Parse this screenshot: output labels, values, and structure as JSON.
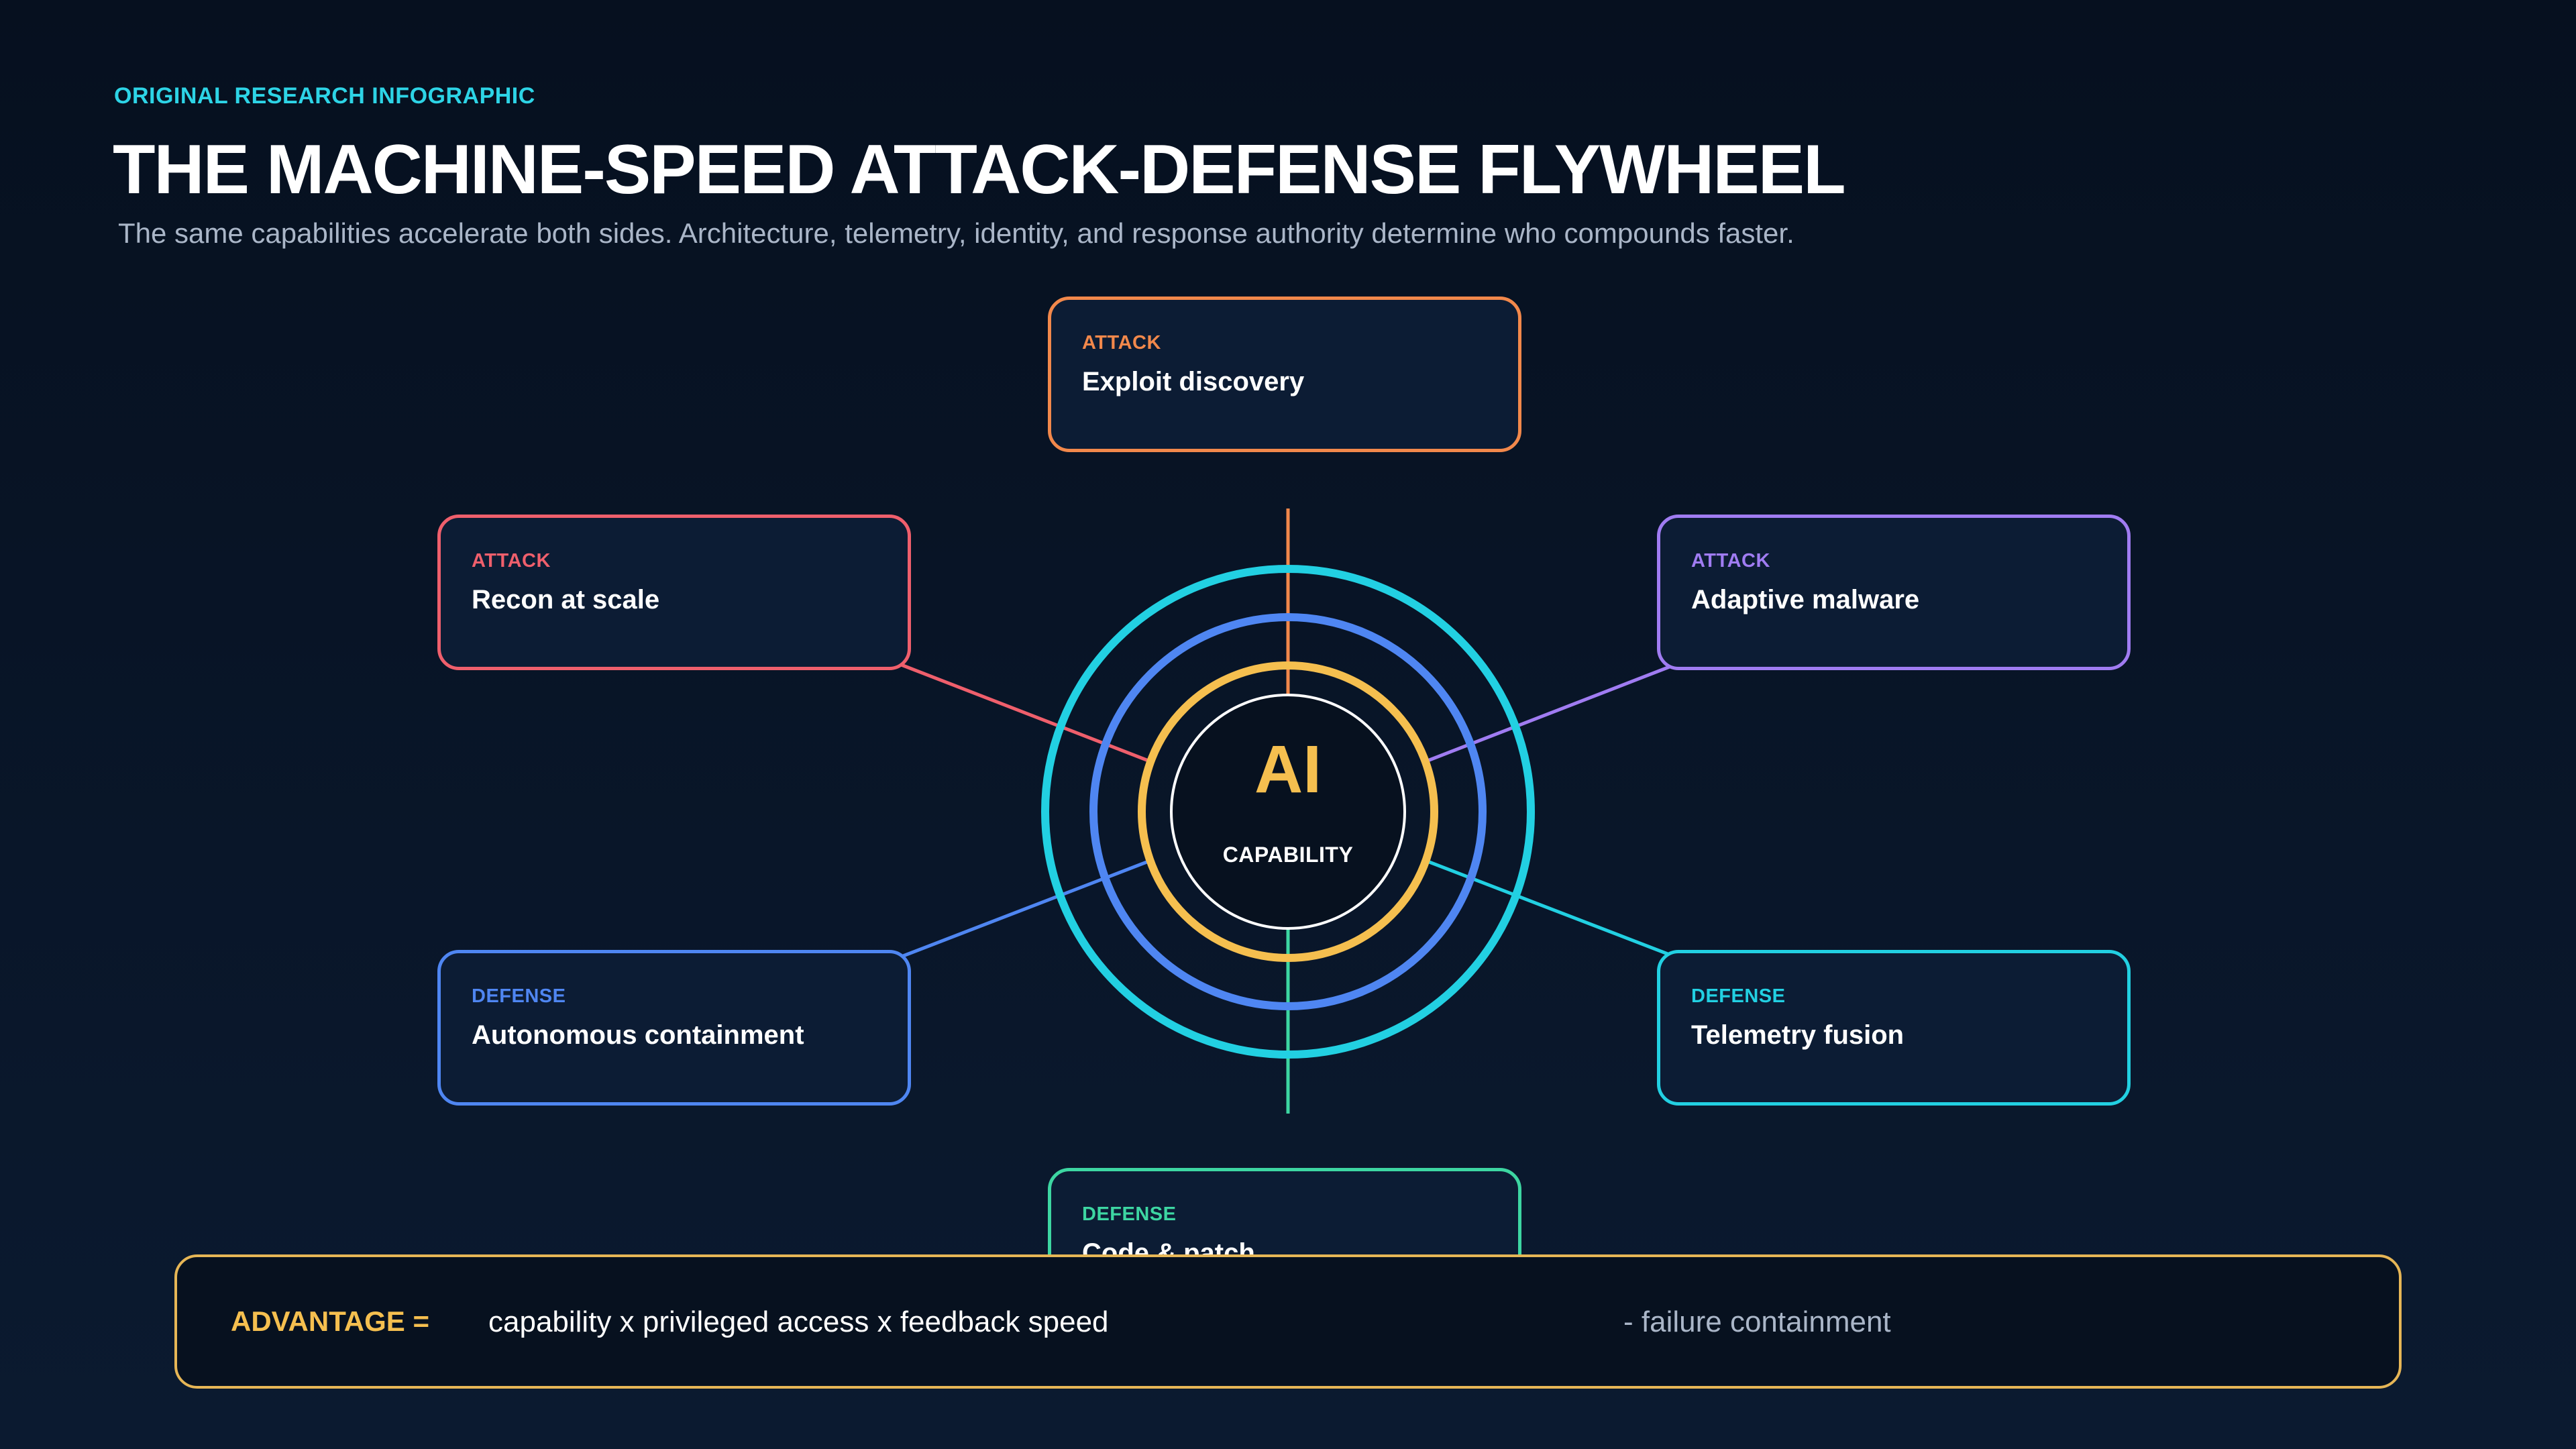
{
  "header": {
    "eyebrow": "ORIGINAL RESEARCH INFOGRAPHIC",
    "title": "THE MACHINE-SPEED ATTACK-DEFENSE FLYWHEEL",
    "subtitle": "The same capabilities accelerate both sides. Architecture, telemetry, identity, and response authority determine who compounds faster."
  },
  "core": {
    "title": "AI",
    "subtitle": "CAPABILITY"
  },
  "nodes": {
    "exploit": {
      "tag": "ATTACK",
      "label": "Exploit discovery",
      "color": "#f2884b"
    },
    "recon": {
      "tag": "ATTACK",
      "label": "Recon at scale",
      "color": "#ef5f6c"
    },
    "malware": {
      "tag": "ATTACK",
      "label": "Adaptive malware",
      "color": "#a07cf2"
    },
    "containment": {
      "tag": "DEFENSE",
      "label": "Autonomous containment",
      "color": "#4f86f2"
    },
    "telemetry": {
      "tag": "DEFENSE",
      "label": "Telemetry fusion",
      "color": "#22d0e2"
    },
    "patch": {
      "tag": "DEFENSE",
      "label": "Code & patch",
      "color": "#3dd6a2"
    }
  },
  "rings": {
    "outer": "#22d0e2",
    "middle": "#4f86f2",
    "inner": "#f5bf4f",
    "core": "#ffffff"
  },
  "formula": {
    "lhs": "ADVANTAGE =",
    "expression": "capability x privileged access x feedback speed",
    "penalty": "- failure containment"
  }
}
